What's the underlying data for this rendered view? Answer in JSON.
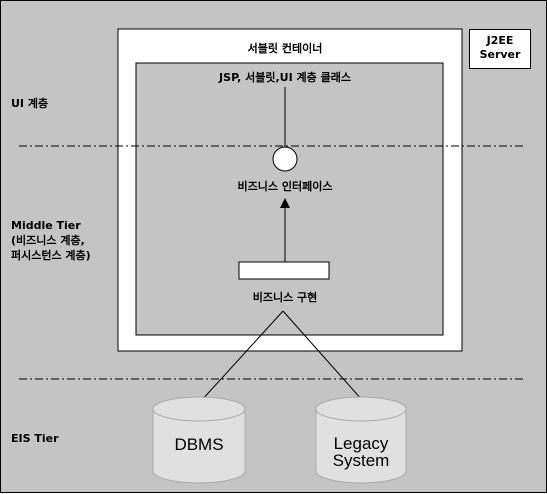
{
  "tiers": {
    "ui": "UI 계층",
    "middle_line1": "Middle Tier",
    "middle_line2": "(비즈니스 계층,",
    "middle_line3": "퍼시스턴스 계층)",
    "eis": "EIS Tier"
  },
  "j2ee": {
    "line1": "J2EE",
    "line2": "Server"
  },
  "container": {
    "title": "서블릿 컨테이너",
    "ui_classes": "JSP, 서블릿,UI 계층 클래스",
    "interface": "비즈니스 인터페이스",
    "implementation": "비즈니스 구현"
  },
  "databases": {
    "dbms": "DBMS",
    "legacy_line1": "Legacy",
    "legacy_line2": "System"
  },
  "colors": {
    "background": "#c4c4c4",
    "box_fill": "#ffffff",
    "cylinder_fill": "#e0e0e0",
    "line": "#000000"
  }
}
